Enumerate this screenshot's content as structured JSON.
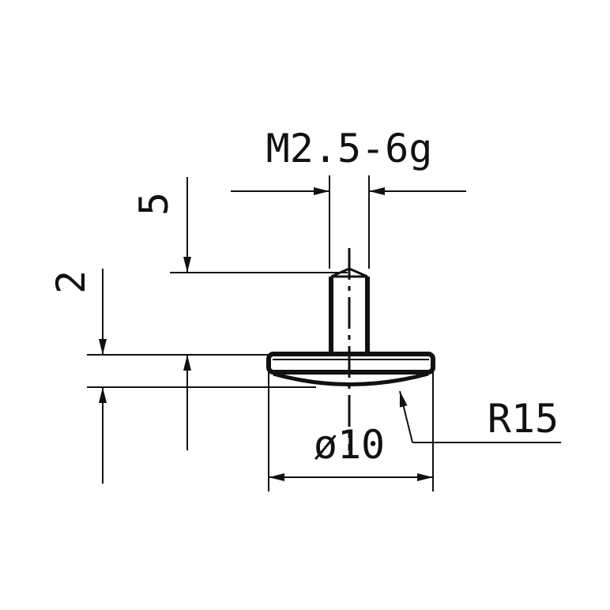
{
  "drawing": {
    "thread_label": "M2.5-6g",
    "pin_length_label": "5",
    "head_height_label": "2",
    "diameter_label": "ø10",
    "radius_label": "R15",
    "line_color": "#111111"
  }
}
